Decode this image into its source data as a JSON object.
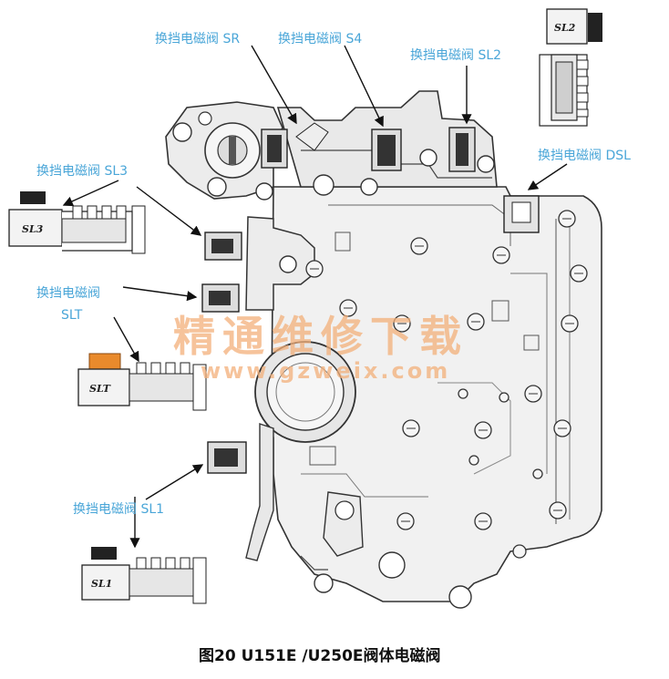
{
  "labels": {
    "sr": "换挡电磁阀 SR",
    "s4": "换挡电磁阀 S4",
    "sl2": "换挡电磁阀 SL2",
    "dsl": "换挡电磁阀 DSL",
    "sl3": "换挡电磁阀 SL3",
    "slt_line1": "换挡电磁阀",
    "slt_line2": "SLT",
    "sl1": "换挡电磁阀 SL1"
  },
  "coils": {
    "sl2": "SL2",
    "sl3": "SL3",
    "slt": "SLT",
    "sl1": "SL1"
  },
  "watermark": {
    "cn": "精通维修下载",
    "url": "www.gzweix.com"
  },
  "caption": "图20  U151E /U250E阀体电磁阀",
  "colors": {
    "callout": "#4aa6d8",
    "watermark": "#f3b07a",
    "slt_connector": "#e98a2c"
  }
}
